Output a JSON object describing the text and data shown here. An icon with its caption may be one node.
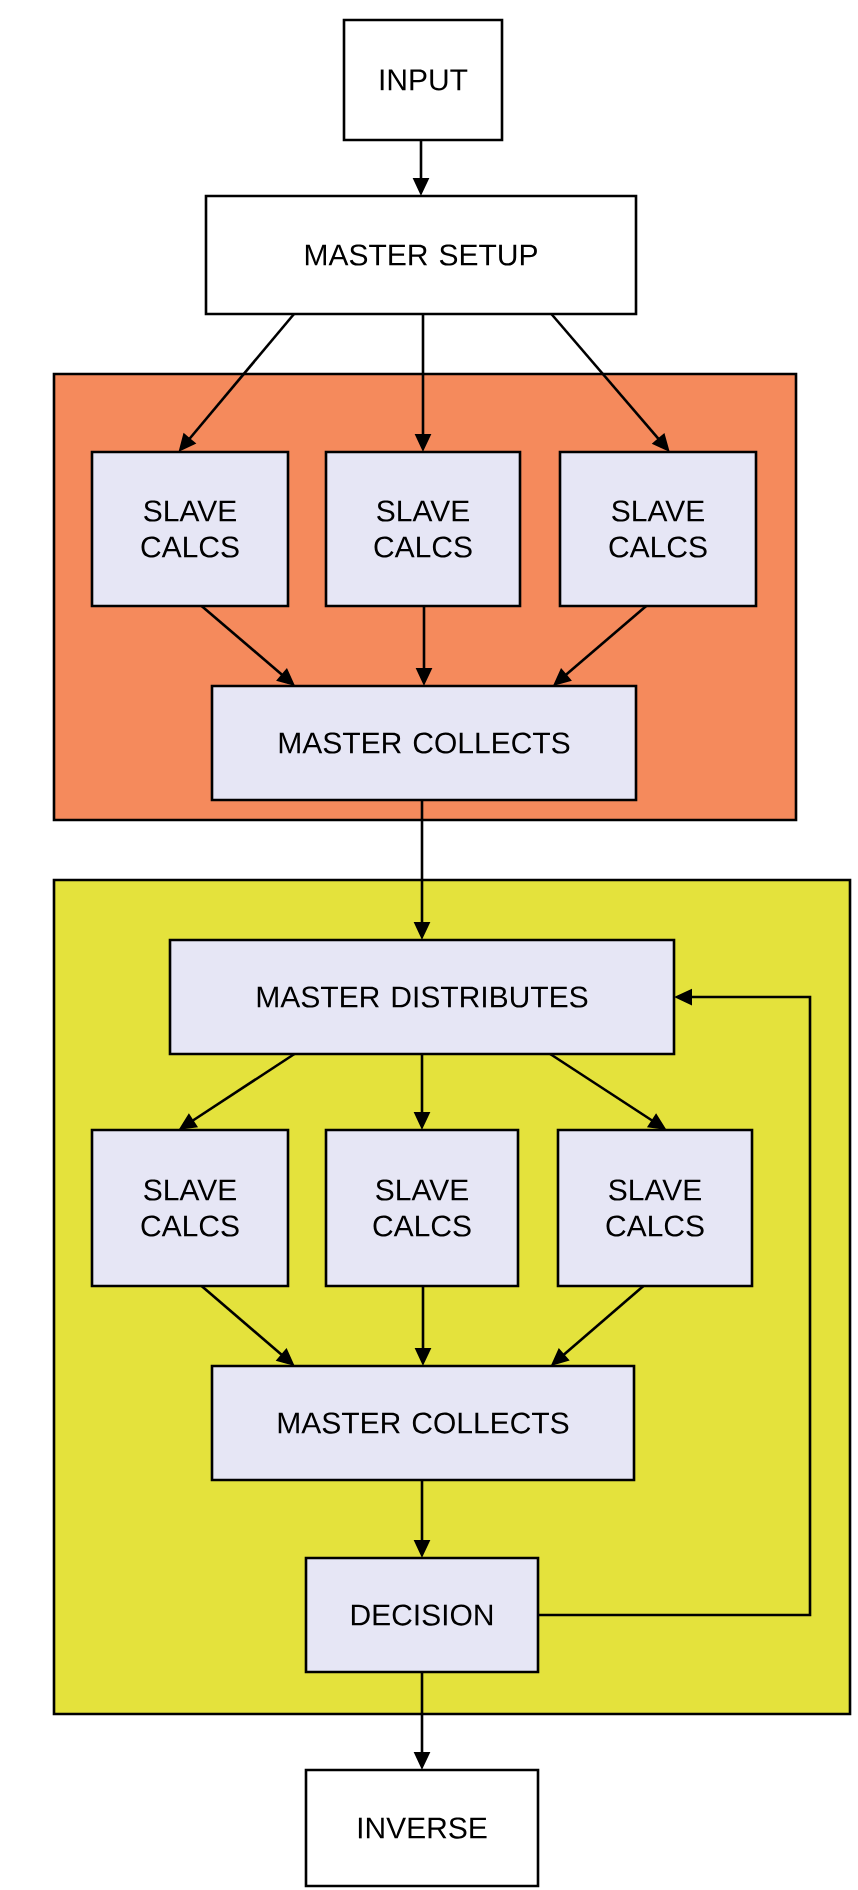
{
  "diagram": {
    "nodes": [
      {
        "text": [
          "INPUT"
        ]
      },
      {
        "text": [
          "MASTER SETUP"
        ]
      },
      {
        "text": [],
        "shape": "box"
      },
      {
        "text": [
          "SLAVE CALCS"
        ],
        "in": 2
      },
      {
        "text": [
          "SLAVE CALCS"
        ],
        "in": 2
      },
      {
        "text": [
          "SLAVE CALCS"
        ],
        "in": 2
      },
      {
        "text": [
          "MASTER COLLECTS"
        ],
        "in": 2
      },
      {
        "text": [],
        "shape": "box"
      },
      {
        "text": [
          "MASTER DISTRIBUTES"
        ],
        "in": 7
      },
      {
        "text": [
          "SLAVE CALCS"
        ],
        "in": 7
      },
      {
        "text": [
          "SLAVE CALCS"
        ],
        "in": 7
      },
      {
        "text": [
          "SLAVE CALCS"
        ],
        "in": 7
      },
      {
        "text": [
          "MASTER COLLECTS"
        ],
        "in": 7
      },
      {
        "text": [
          "DECISION"
        ],
        "in": 7
      },
      {
        "text": [
          "INVERSE"
        ]
      }
    ],
    "edges": [
      {
        "from": 0,
        "to": 1,
        "arrow": "to"
      },
      {
        "from": 1,
        "to": 3,
        "arrow": "to"
      },
      {
        "from": 1,
        "to": 4,
        "arrow": "to"
      },
      {
        "from": 1,
        "to": 5,
        "arrow": "to"
      },
      {
        "from": 3,
        "to": 6,
        "arrow": "to"
      },
      {
        "from": 4,
        "to": 6,
        "arrow": "to"
      },
      {
        "from": 5,
        "to": 6,
        "arrow": "to"
      },
      {
        "from": 6,
        "to": 8,
        "arrow": "to"
      },
      {
        "from": 8,
        "to": 9,
        "arrow": "to"
      },
      {
        "from": 8,
        "to": 10,
        "arrow": "to"
      },
      {
        "from": 8,
        "to": 11,
        "arrow": "to"
      },
      {
        "from": 9,
        "to": 12,
        "arrow": "to"
      },
      {
        "from": 10,
        "to": 12,
        "arrow": "to"
      },
      {
        "from": 11,
        "to": 12,
        "arrow": "to"
      },
      {
        "from": 12,
        "to": 13,
        "arrow": "to"
      },
      {
        "from": 13,
        "to": 8,
        "arrow": "to"
      },
      {
        "from": 13,
        "to": 14,
        "arrow": "to"
      }
    ]
  }
}
